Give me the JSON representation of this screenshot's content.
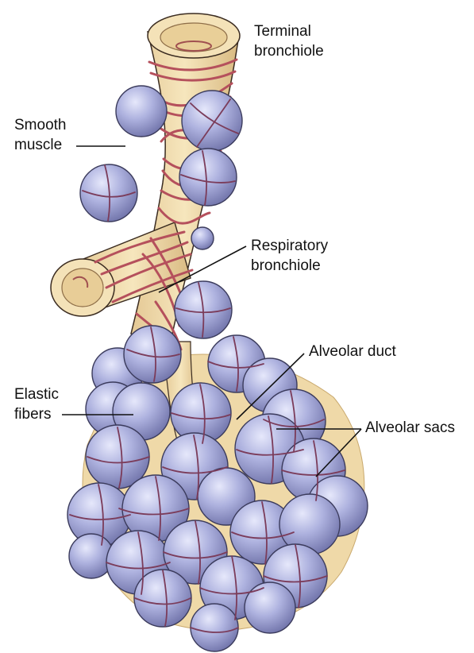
{
  "labels": {
    "terminal_bronchiole": [
      "Terminal",
      "bronchiole"
    ],
    "smooth_muscle": [
      "Smooth",
      "muscle"
    ],
    "respiratory_bronchiole": [
      "Respiratory",
      "bronchiole"
    ],
    "alveolar_duct": "Alveolar duct",
    "elastic_fibers": [
      "Elastic",
      "fibers"
    ],
    "alveolar_sacs": "Alveolar sacs"
  },
  "colors": {
    "tube": "#f1deb0",
    "muscle": "#b5505c",
    "alveolus": "#a8acdc",
    "alveolus_shadow": "#6d70a8",
    "fiber": "#7b3c5a",
    "outline": "#2b2b3a"
  }
}
